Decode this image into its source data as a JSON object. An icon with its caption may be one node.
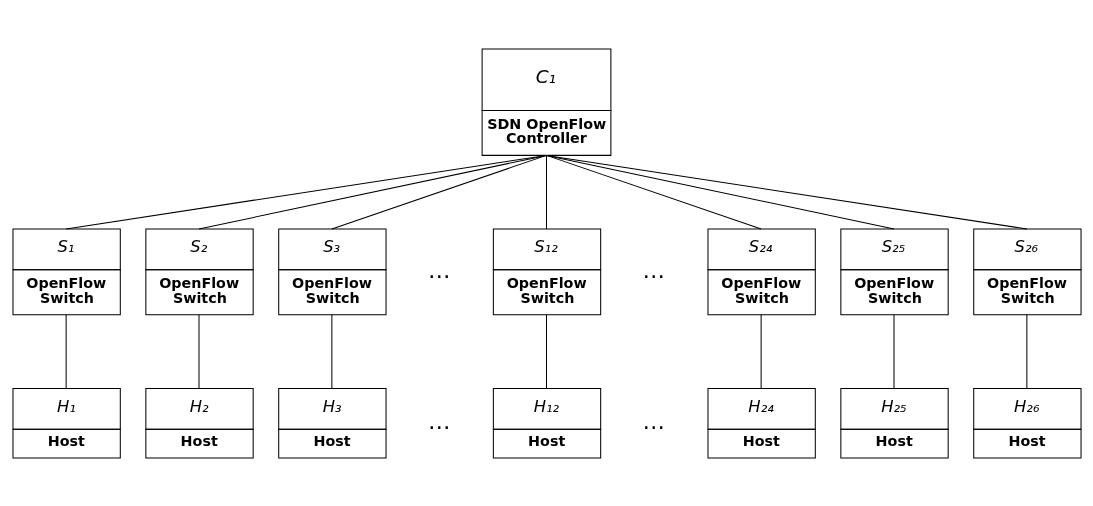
{
  "diagram": {
    "nodes": [
      {
        "text": [
          "C₁",
          "SDN OpenFlow Controller"
        ]
      },
      {
        "text": [
          "S₁",
          "OpenFlow Switch"
        ]
      },
      {
        "text": [
          "S₂",
          "OpenFlow Switch"
        ]
      },
      {
        "text": [
          "S₃",
          "OpenFlow Switch"
        ]
      },
      {
        "text": [
          "S₁₂",
          "OpenFlow Switch"
        ]
      },
      {
        "text": [
          "S₂₄",
          "OpenFlow Switch"
        ]
      },
      {
        "text": [
          "S₂₅",
          "OpenFlow Switch"
        ]
      },
      {
        "text": [
          "S₂₆",
          "OpenFlow Switch"
        ]
      },
      {
        "text": [
          "H₁",
          "Host"
        ]
      },
      {
        "text": [
          "H₂",
          "Host"
        ]
      },
      {
        "text": [
          "H₃",
          "Host"
        ]
      },
      {
        "text": [
          "H₁₂",
          "Host"
        ]
      },
      {
        "text": [
          "H₂₄",
          "Host"
        ]
      },
      {
        "text": [
          "H₂₅",
          "Host"
        ]
      },
      {
        "text": [
          "H₂₆",
          "Host"
        ]
      }
    ],
    "edges": [
      {
        "from": 0,
        "to": 1,
        "arrow": "none"
      },
      {
        "from": 0,
        "to": 2,
        "arrow": "none"
      },
      {
        "from": 0,
        "to": 3,
        "arrow": "none"
      },
      {
        "from": 0,
        "to": 4,
        "arrow": "none"
      },
      {
        "from": 0,
        "to": 5,
        "arrow": "none"
      },
      {
        "from": 0,
        "to": 6,
        "arrow": "none"
      },
      {
        "from": 0,
        "to": 7,
        "arrow": "none"
      },
      {
        "from": 1,
        "to": 8,
        "arrow": "none"
      },
      {
        "from": 2,
        "to": 9,
        "arrow": "none"
      },
      {
        "from": 3,
        "to": 10,
        "arrow": "none"
      },
      {
        "from": 4,
        "to": 11,
        "arrow": "none"
      },
      {
        "from": 5,
        "to": 12,
        "arrow": "none"
      },
      {
        "from": 6,
        "to": 13,
        "arrow": "none"
      },
      {
        "from": 7,
        "to": 14,
        "arrow": "none"
      }
    ],
    "labels": [
      "…",
      "…",
      "…",
      "…"
    ]
  }
}
